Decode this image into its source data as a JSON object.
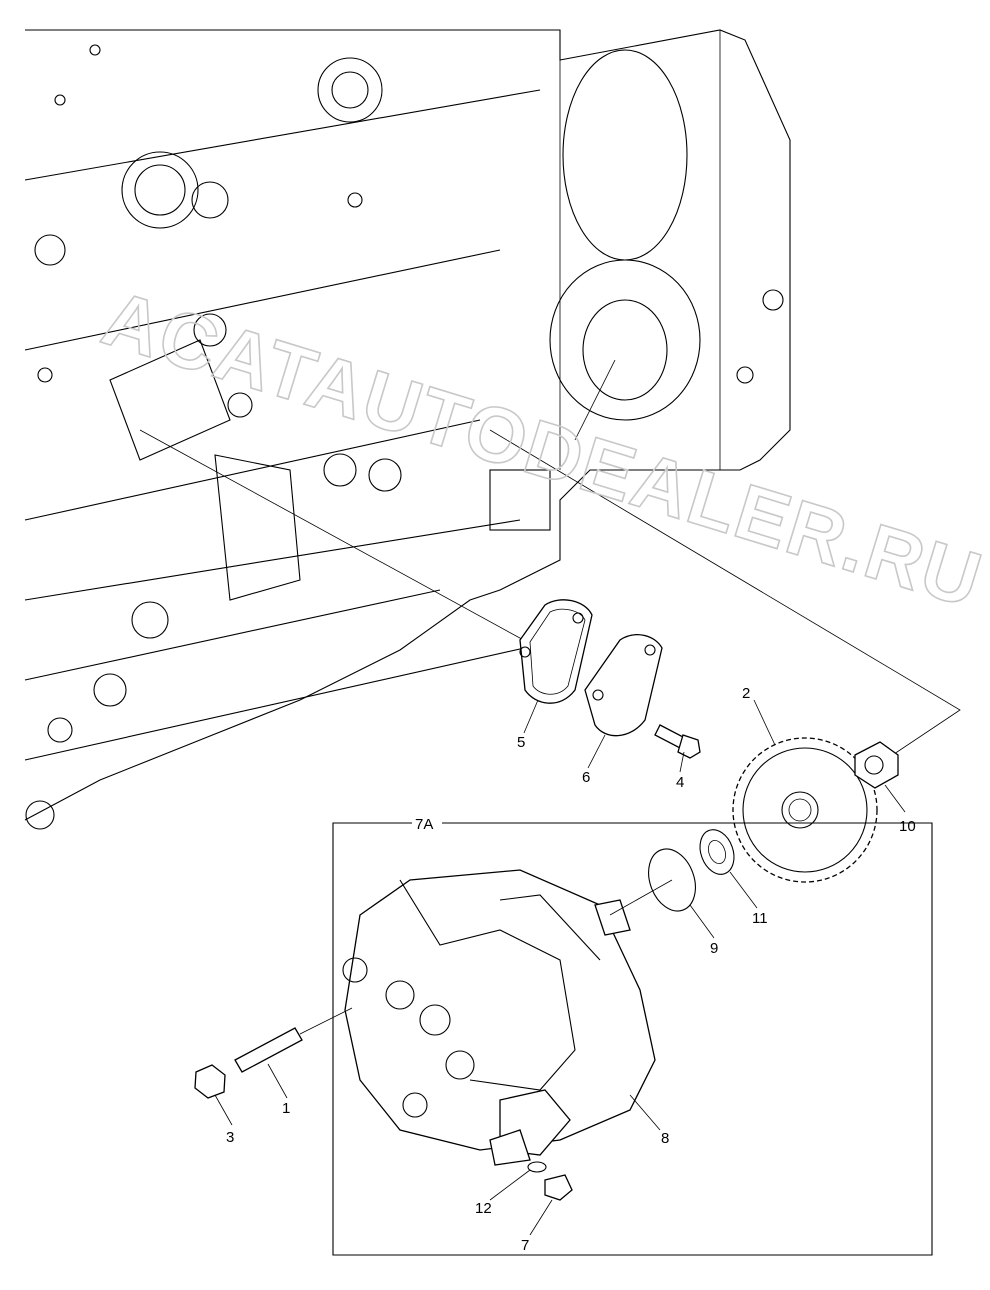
{
  "diagram": {
    "watermark": "ACATAUTODEALER.RU",
    "group_label": "7A",
    "callouts": [
      {
        "id": "1",
        "text": "1"
      },
      {
        "id": "2",
        "text": "2"
      },
      {
        "id": "3",
        "text": "3"
      },
      {
        "id": "4",
        "text": "4"
      },
      {
        "id": "5",
        "text": "5"
      },
      {
        "id": "6",
        "text": "6"
      },
      {
        "id": "7",
        "text": "7"
      },
      {
        "id": "8",
        "text": "8"
      },
      {
        "id": "9",
        "text": "9"
      },
      {
        "id": "10",
        "text": "10"
      },
      {
        "id": "11",
        "text": "11"
      },
      {
        "id": "12",
        "text": "12"
      }
    ]
  }
}
